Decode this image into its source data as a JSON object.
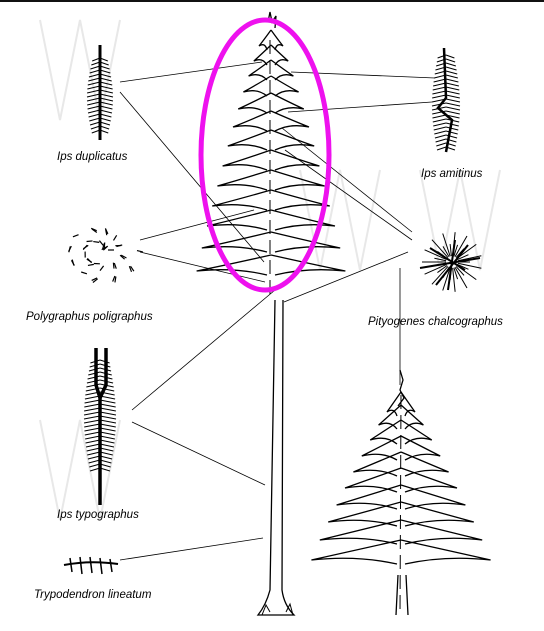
{
  "labels": {
    "ips_duplicatus": "Ips duplicatus",
    "ips_amitinus": "Ips amitinus",
    "polygraphus": "Polygraphus poligraphus",
    "pityogenes": "Pityogenes chalcographus",
    "ips_typographus": "Ips typographus",
    "trypodendron": "Trypodendron lineatum"
  },
  "colors": {
    "highlight": "#ee11ee",
    "ink": "#000000",
    "watermark": "#e6e6e6"
  },
  "icons": {
    "tall_tree": "spruce-tree-with-long-trunk",
    "small_tree": "young-spruce-tree",
    "gallery": "bark-beetle-gallery-pattern"
  }
}
